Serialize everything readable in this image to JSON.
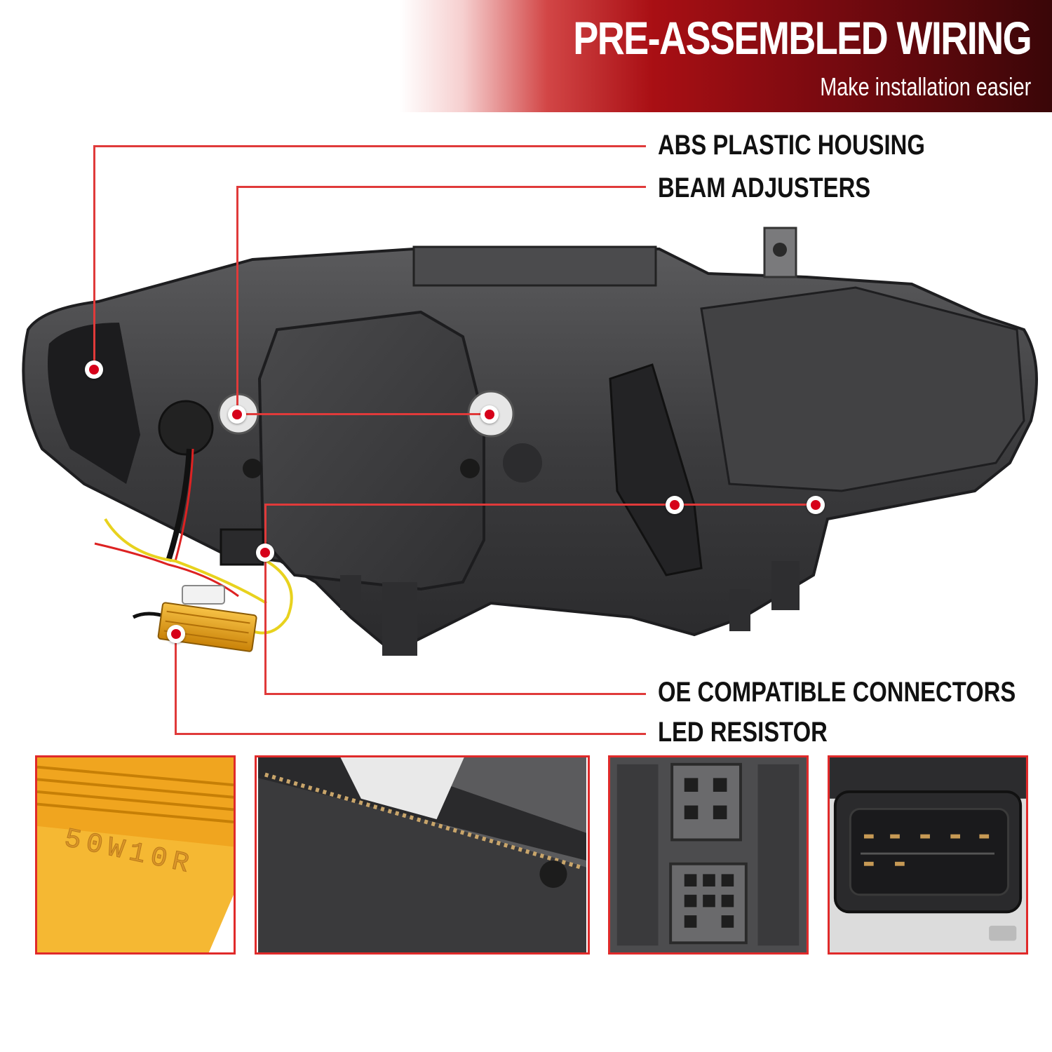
{
  "banner": {
    "title": "PRE-ASSEMBLED WIRING",
    "subtitle": "Make installation easier"
  },
  "callouts": {
    "abs_housing": "ABS PLASTIC HOUSING",
    "beam_adjusters": "BEAM ADJUSTERS",
    "oe_connectors": "OE COMPATIBLE CONNECTORS",
    "led_resistor": "LED RESISTOR"
  },
  "product_markings": {
    "resistor_rating": "50W10R"
  },
  "colors": {
    "accent_red": "#e03a3a",
    "banner_dark": "#3a0608",
    "resistor_gold": "#e8a21a"
  }
}
